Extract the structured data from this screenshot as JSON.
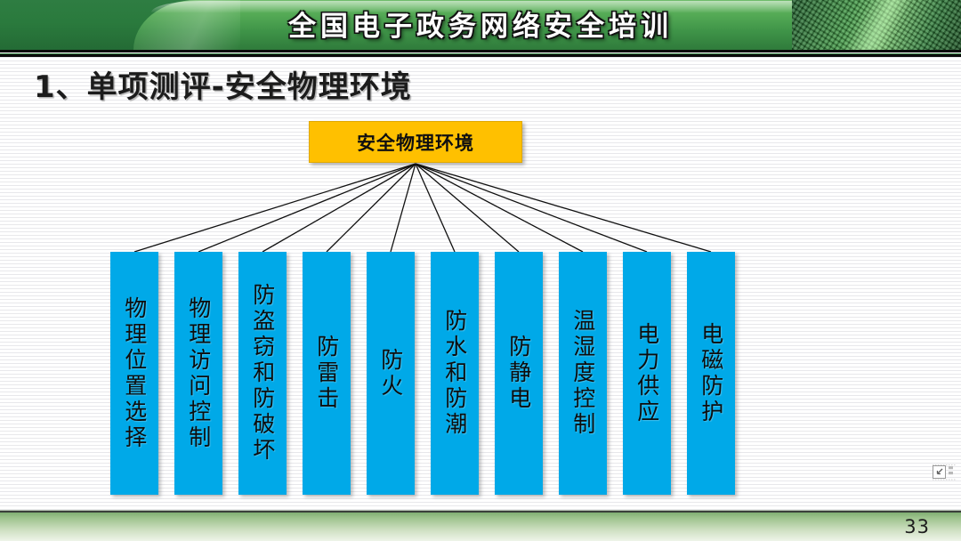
{
  "banner": {
    "title": "全国电子政务网络安全培训",
    "colors": {
      "green_dark": "#2e7d42",
      "green_light": "#6fbd6a"
    }
  },
  "slide": {
    "title": "1、单项测评-安全物理环境",
    "page_number": "33"
  },
  "diagram": {
    "root": {
      "label": "安全物理环境",
      "color": "#ffc000"
    },
    "leaf_color": "#00a9e8",
    "leaves": [
      {
        "label": "物理位置选择"
      },
      {
        "label": "物理访问控制"
      },
      {
        "label": "防盗窃和防破坏"
      },
      {
        "label": "防雷击"
      },
      {
        "label": "防火"
      },
      {
        "label": "防水和防潮"
      },
      {
        "label": "防静电"
      },
      {
        "label": "温湿度控制"
      },
      {
        "label": "电力供应"
      },
      {
        "label": "电磁防护"
      }
    ]
  },
  "icons": {
    "resize_handle": "resize-handle-icon"
  }
}
